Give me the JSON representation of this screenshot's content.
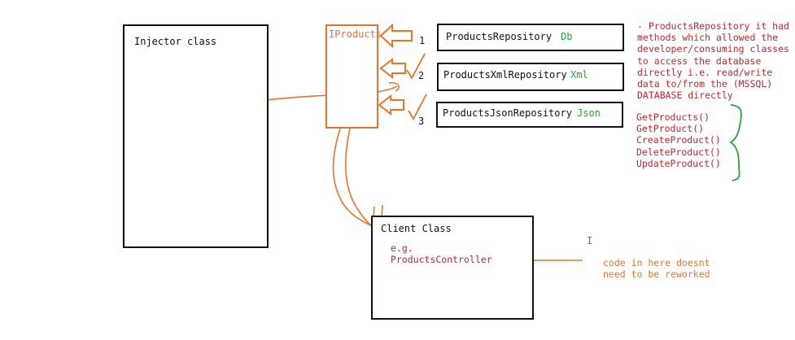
{
  "injector": {
    "label": "Injector class"
  },
  "interface": {
    "label": "IProducts"
  },
  "repositories": [
    {
      "number": "1",
      "name": "ProductsRepository",
      "tag": "Db"
    },
    {
      "number": "2",
      "name": "ProductsXmlRepository",
      "tag": "Xml"
    },
    {
      "number": "3",
      "name": "ProductsJsonRepository",
      "tag": "Json"
    }
  ],
  "client": {
    "label": "Client Class",
    "example": "e.g.\nProductsController"
  },
  "notes": {
    "repository_note": "- ProductsRepository it had\nmethods which allowed the\ndeveloper/consuming classes\nto access the database\ndirectly i.e. read/write\ndata to/from the (MSSQL)\nDATABASE directly",
    "methods": "GetProducts()\nGetProduct()\nCreateProduct()\nDeleteProduct()\nUpdateProduct()",
    "client_note": "code in here doesnt\nneed to be reworked"
  },
  "cursor_glyph": "I",
  "colors": {
    "ink": "#111111",
    "orange": "#e8732a",
    "red": "#c0282d",
    "green": "#2e9d3a"
  }
}
